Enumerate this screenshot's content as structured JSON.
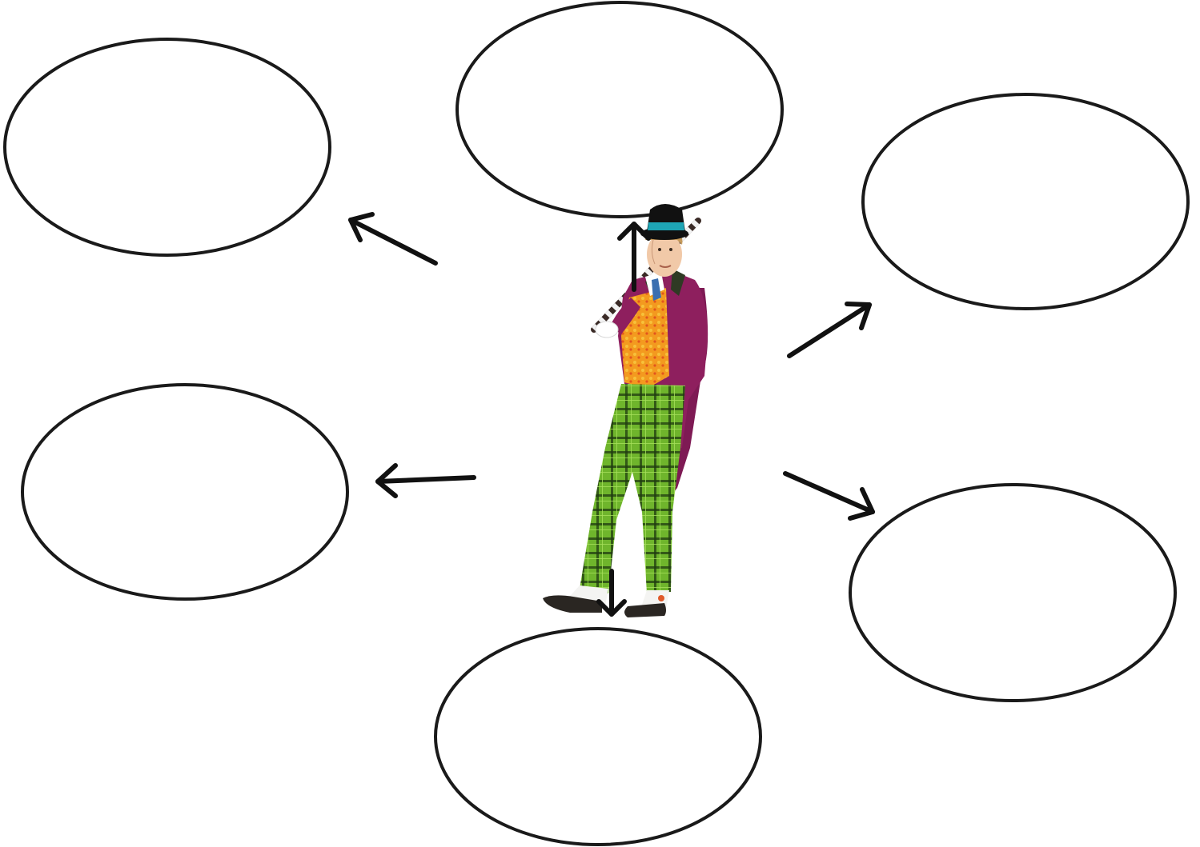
{
  "diagram": {
    "type": "character-web",
    "bubbles": [
      {
        "id": "bubble-top",
        "text": ""
      },
      {
        "id": "bubble-top-left",
        "text": ""
      },
      {
        "id": "bubble-top-right",
        "text": ""
      },
      {
        "id": "bubble-mid-left",
        "text": ""
      },
      {
        "id": "bubble-bottom-right",
        "text": ""
      },
      {
        "id": "bubble-bottom",
        "text": ""
      }
    ],
    "center_figure": "top-hat-character-illustration",
    "colors": {
      "outline": "#1a1a1a",
      "arrow": "#111111",
      "background": "#ffffff",
      "coat": "#8e1f5e",
      "coat_lapel": "#2f3a24",
      "vest": "#f39a1f",
      "pants": "#6fb52c",
      "pants_check": "#1f3b10",
      "hat": "#111111",
      "hat_band": "#1ea5b5",
      "skin": "#f1c9a8",
      "shoes": "#2a2622",
      "spats": "#f4f4f2"
    }
  }
}
